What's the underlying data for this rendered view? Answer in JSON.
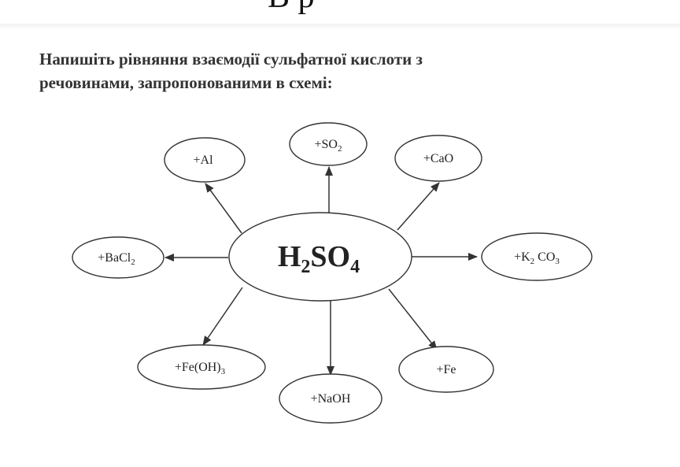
{
  "page_fragment": "В р",
  "task": {
    "line1": "Напишіть рівняння взаємодії сульфатної кислоти з",
    "line2": "речовинами, запропонованими в схемі:"
  },
  "scheme": {
    "center": {
      "text": "H",
      "sub1": "2",
      "mid": "SO",
      "sub2": "4"
    },
    "nodes": [
      {
        "id": "al",
        "prefix": "+Al",
        "sub": "",
        "suffix": ""
      },
      {
        "id": "so2",
        "prefix": "+SO",
        "sub": "2",
        "suffix": ""
      },
      {
        "id": "cao",
        "prefix": "+CaO",
        "sub": "",
        "suffix": ""
      },
      {
        "id": "bacl2",
        "prefix": "+BaCl",
        "sub": "2",
        "suffix": ""
      },
      {
        "id": "k2co3",
        "prefix": "+K",
        "sub": "2",
        "suffix": " CO",
        "sub2": "3"
      },
      {
        "id": "feoh3",
        "prefix": "+Fe(OH)",
        "sub": "3",
        "suffix": ""
      },
      {
        "id": "naoh",
        "prefix": "+NaOH",
        "sub": "",
        "suffix": ""
      },
      {
        "id": "fe",
        "prefix": "+Fe",
        "sub": "",
        "suffix": ""
      }
    ]
  }
}
